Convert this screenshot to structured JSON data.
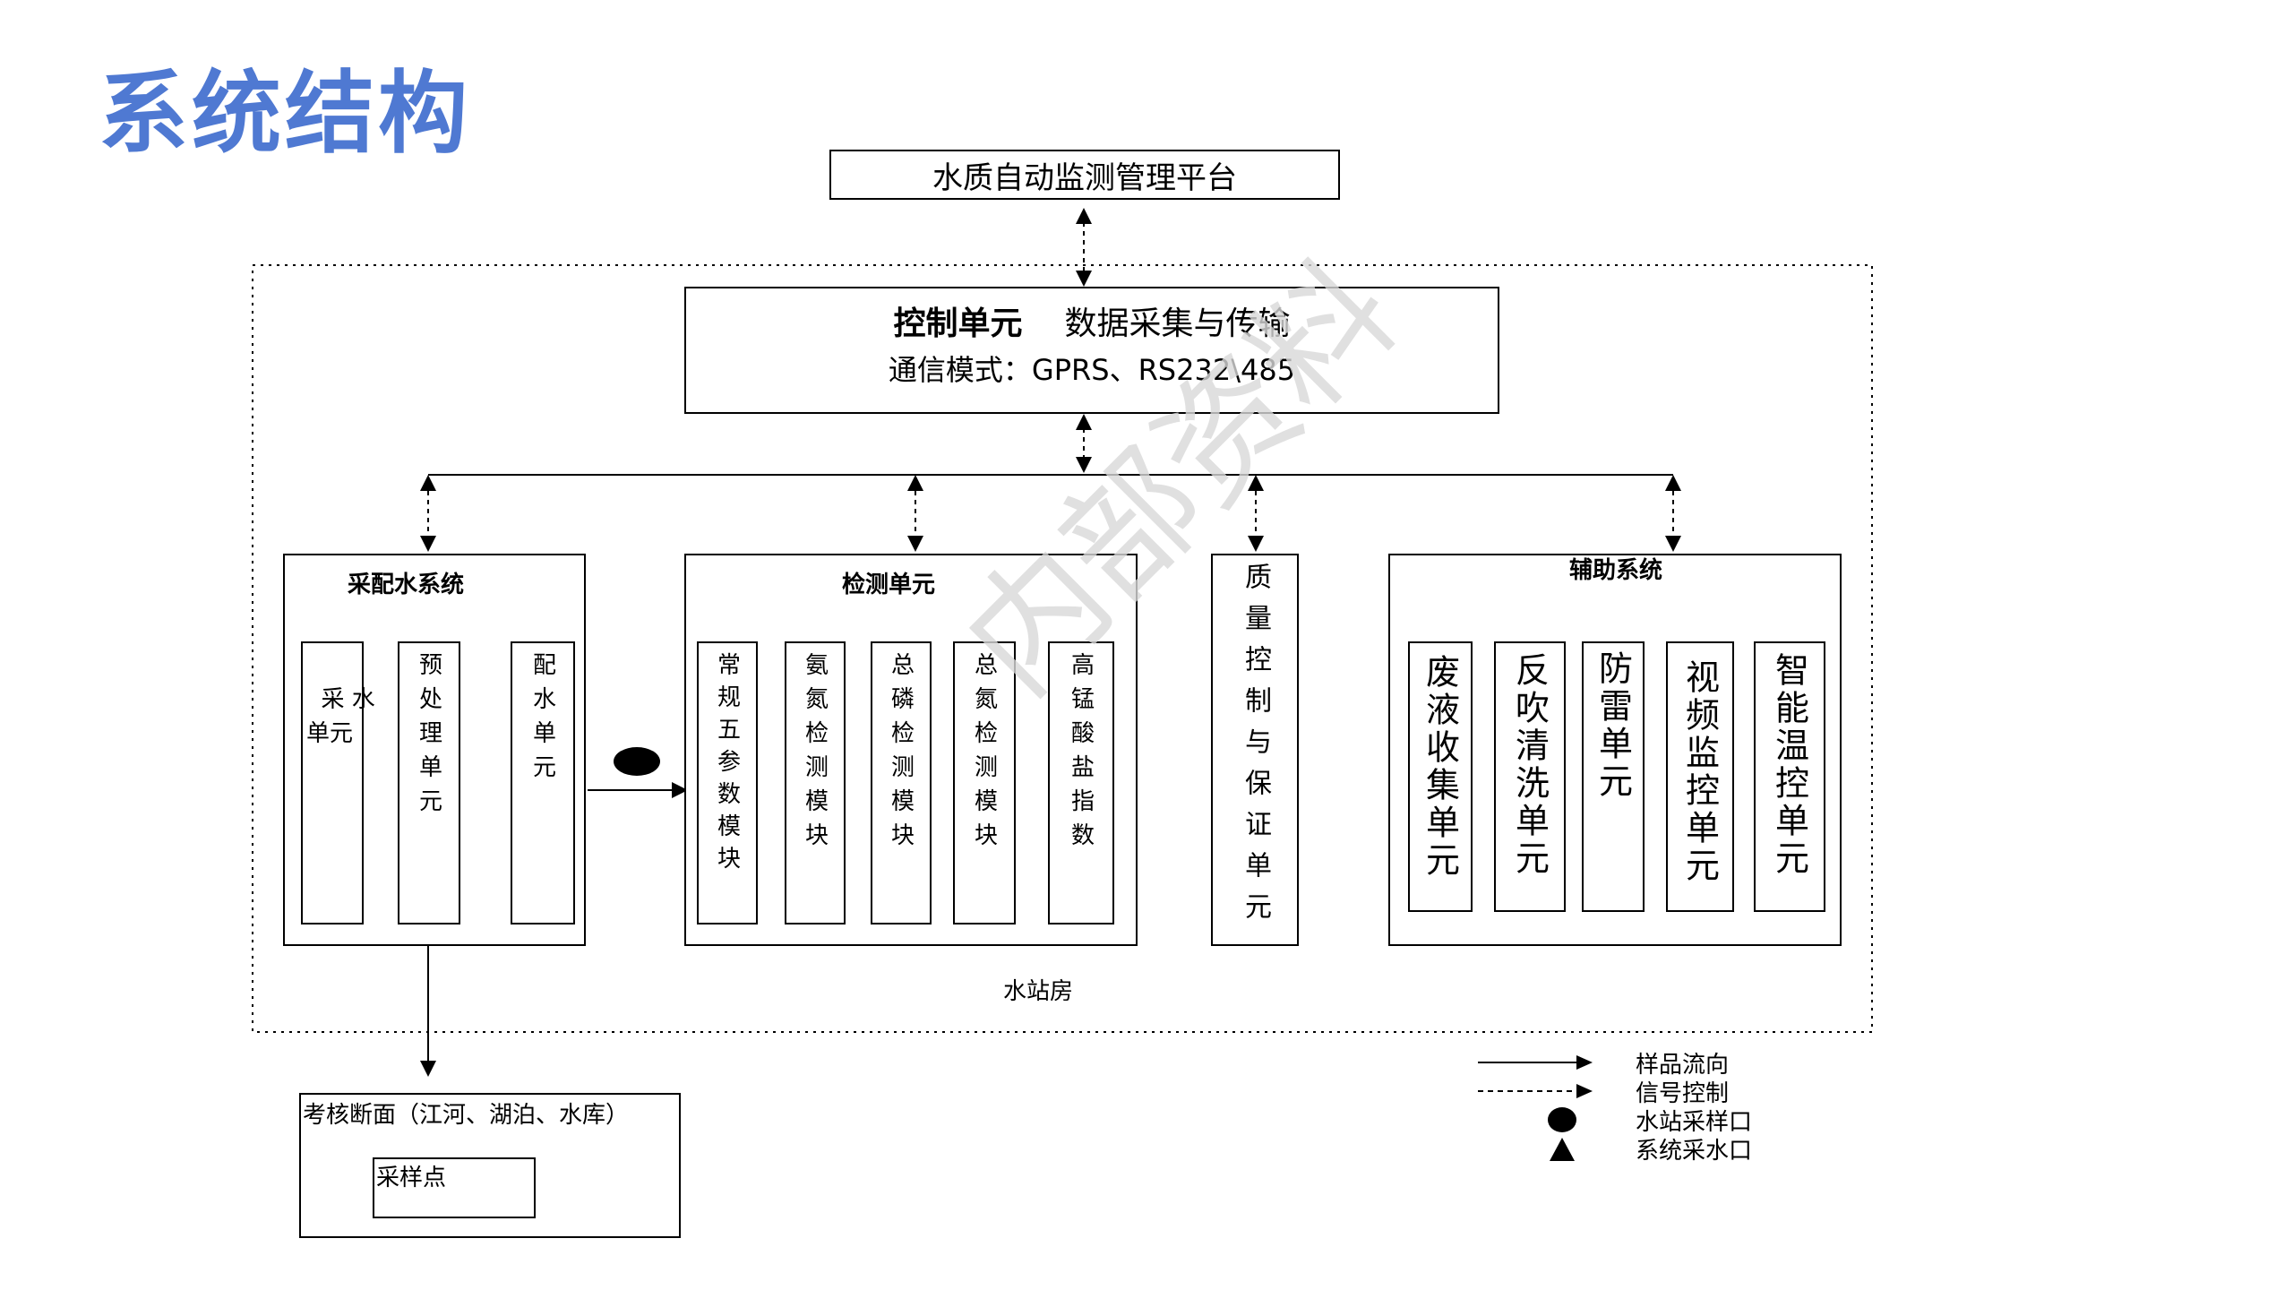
{
  "slide_title": "系统结构",
  "platform": {
    "label": "水质自动监测管理平台"
  },
  "control": {
    "title_bold": "控制单元",
    "title_rest": "数据采集与传输",
    "comm": "通信模式：GPRS、RS232\\485"
  },
  "water_system": {
    "title": "采配水系统",
    "units": [
      "采 水\n单元",
      "预处理单元",
      "配水单元"
    ]
  },
  "detection": {
    "title": "检测单元",
    "modules": [
      "常规五参数模块",
      "氨氮检测模块",
      "总磷检测模块",
      "总氮检测模块",
      "高锰酸盐指数"
    ]
  },
  "qa_unit": {
    "label": "质量控制与保证单元"
  },
  "auxiliary": {
    "title": "辅助系统",
    "units": [
      "废液收集单元",
      "反吹清洗单元",
      "防雷单元",
      "视频监控单元",
      "智能温控单元"
    ]
  },
  "station_label": "水站房",
  "assessment": {
    "title": "考核断面（江河、湖泊、水库）",
    "sample_point": "采样点"
  },
  "legend": {
    "sample_flow": "样品流向",
    "signal_control": "信号控制",
    "station_sampling_port": "水站采样口",
    "system_intake": "系统采水口"
  },
  "watermark": "内部资料"
}
